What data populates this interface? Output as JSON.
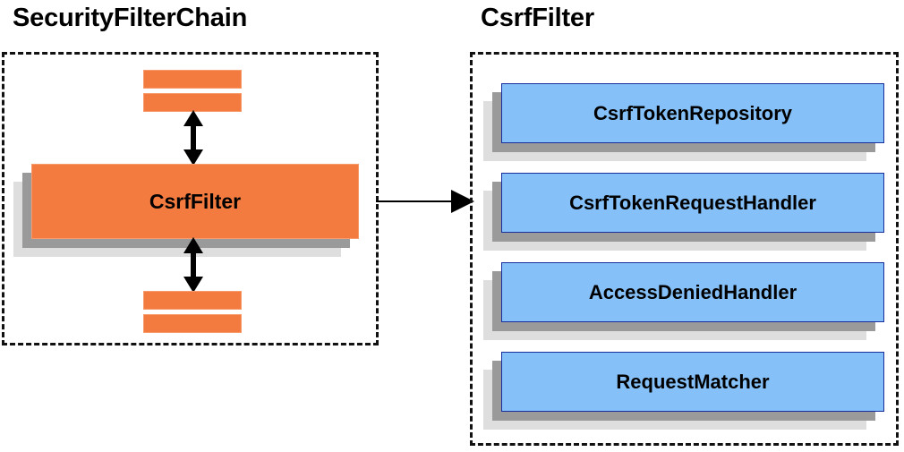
{
  "diagram": {
    "background_color": "#ffffff",
    "panels": [
      {
        "id": "security-filter-chain",
        "title": "SecurityFilterChain",
        "border_style": "dashed",
        "border_color": "#111111",
        "slabs_top": [
          {
            "name": "filter-slab-top-1"
          },
          {
            "name": "filter-slab-top-2"
          }
        ],
        "main_box": {
          "label": "CsrfFilter",
          "fill_color": "#f47b3f",
          "border_color": "#f79b6c",
          "shadow_dark": "#9a9a9a",
          "shadow_light": "#dedede"
        },
        "slabs_bottom": [
          {
            "name": "filter-slab-bottom-1"
          },
          {
            "name": "filter-slab-bottom-2"
          }
        ],
        "arrows": [
          {
            "name": "arrow-up-down-top",
            "direction": "double-vertical"
          },
          {
            "name": "arrow-up-down-bottom",
            "direction": "double-vertical"
          }
        ]
      },
      {
        "id": "csrf-filter",
        "title": "CsrfFilter",
        "border_style": "dashed",
        "border_color": "#111111",
        "components": [
          {
            "label": "CsrfTokenRepository"
          },
          {
            "label": "CsrfTokenRequestHandler"
          },
          {
            "label": "AccessDeniedHandler"
          },
          {
            "label": "RequestMatcher"
          }
        ],
        "component_style": {
          "fill_color": "#85c1f8",
          "border_color": "#1a2f9e",
          "shadow_dark": "#9a9a9a",
          "shadow_light": "#dedede"
        }
      }
    ],
    "connector": {
      "name": "arrow-chain-to-filter",
      "direction": "right",
      "color": "#000000"
    }
  }
}
